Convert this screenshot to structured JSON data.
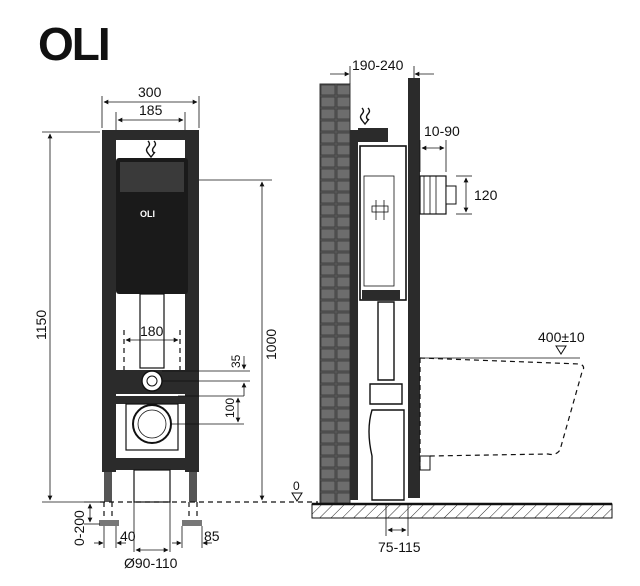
{
  "brand": {
    "logo_text": "OLI"
  },
  "front_view": {
    "cistern_label": "OLI",
    "dims": {
      "width_total": "300",
      "width_inner": "185",
      "height_total": "1150",
      "height_outlet": "1000",
      "flush_pipe_width": "180",
      "flush_outlet_offset": "35",
      "drain_offset": "100",
      "leg_adjust": "0-200",
      "leg_left": "40",
      "leg_right": "85",
      "drain_diameter": "Ø90-110",
      "floor_level": "0"
    }
  },
  "side_view": {
    "dims": {
      "depth": "190-240",
      "button_depth": "10-90",
      "stud_spacing": "120",
      "bowl_height": "400±10",
      "bottom_offset": "75-115"
    }
  },
  "colors": {
    "line": "#111111",
    "wall_fill": "#555555",
    "frame_fill": "#2b2b2b",
    "cistern_fill": "#1a1a1a"
  }
}
